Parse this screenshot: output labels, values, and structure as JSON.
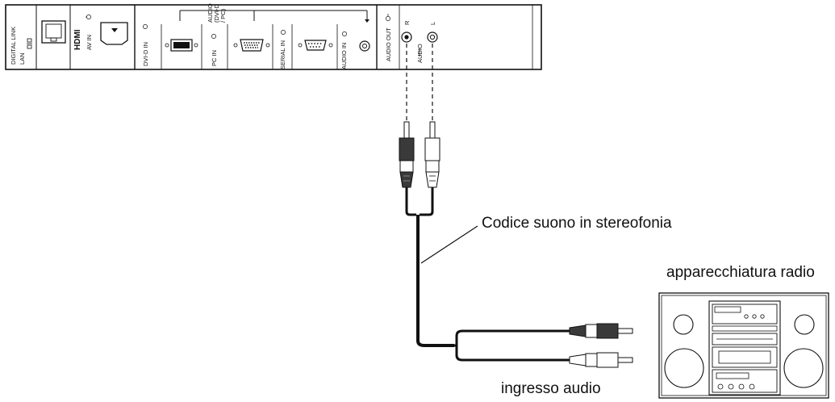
{
  "panel": {
    "digital_link_label": "DIGITAL LINK",
    "lan_label": "LAN",
    "hdmi_logo": "HDMI",
    "av_in_label": "AV IN",
    "audio_group_label_1": "AUDIO",
    "audio_group_label_2": "(DVI-D",
    "audio_group_label_3": "/ PC)",
    "dvi_d_in_label": "DVI-D IN",
    "pc_in_label": "PC IN",
    "serial_in_label": "SERIAL IN",
    "audio_in_label": "AUDIO IN",
    "audio_out_label": "AUDIO OUT",
    "channel_r": "R",
    "channel_l": "L",
    "audio_sub_label": "AUDIO"
  },
  "labels": {
    "cable_name": "Codice suono in stereofonia",
    "device_name": "apparecchiatura radio",
    "input_name": "ingresso audio"
  }
}
